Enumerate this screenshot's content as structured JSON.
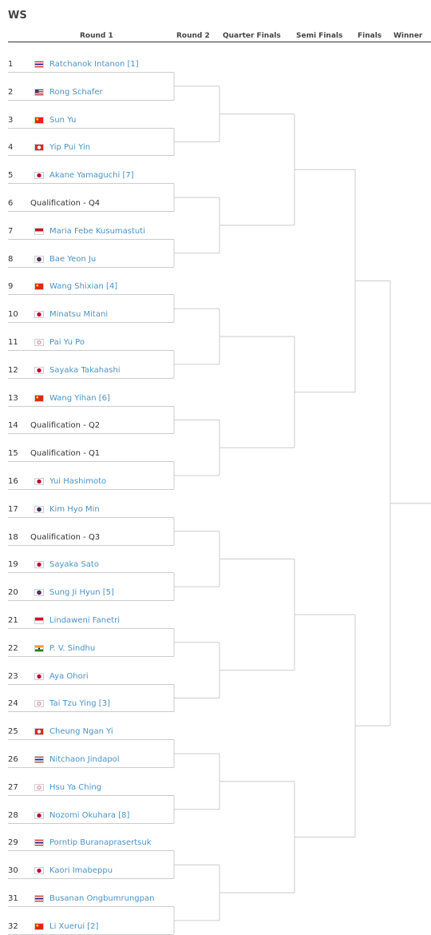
{
  "title": "WS",
  "headers": {
    "round1": "Round 1",
    "round2": "Round 2",
    "quarter": "Quarter Finals",
    "semi": "Semi Finals",
    "finals": "Finals",
    "winner": "Winner"
  },
  "entries": [
    {
      "num": "1",
      "name": "Ratchanok Intanon [1]",
      "flag": "thailand-flag-icon"
    },
    {
      "num": "2",
      "name": "Rong Schafer",
      "flag": "usa-flag-icon"
    },
    {
      "num": "3",
      "name": "Sun Yu",
      "flag": "china-flag-icon"
    },
    {
      "num": "4",
      "name": "Yip Pui Yin",
      "flag": "hong-kong-flag-icon"
    },
    {
      "num": "5",
      "name": "Akane Yamaguchi [7]",
      "flag": "japan-flag-icon"
    },
    {
      "num": "6",
      "name": "Qualification - Q4",
      "flag": ""
    },
    {
      "num": "7",
      "name": "Maria Febe Kusumastuti",
      "flag": "indonesia-flag-icon"
    },
    {
      "num": "8",
      "name": "Bae Yeon Ju",
      "flag": "korea-flag-icon"
    },
    {
      "num": "9",
      "name": "Wang Shixian [4]",
      "flag": "china-flag-icon"
    },
    {
      "num": "10",
      "name": "Minatsu Mitani",
      "flag": "japan-flag-icon"
    },
    {
      "num": "11",
      "name": "Pai Yu Po",
      "flag": "chinese-taipei-flag-icon"
    },
    {
      "num": "12",
      "name": "Sayaka Takahashi",
      "flag": "japan-flag-icon"
    },
    {
      "num": "13",
      "name": "Wang Yihan [6]",
      "flag": "china-flag-icon"
    },
    {
      "num": "14",
      "name": "Qualification - Q2",
      "flag": ""
    },
    {
      "num": "15",
      "name": "Qualification - Q1",
      "flag": ""
    },
    {
      "num": "16",
      "name": "Yui Hashimoto",
      "flag": "japan-flag-icon"
    },
    {
      "num": "17",
      "name": "Kim Hyo Min",
      "flag": "korea-flag-icon"
    },
    {
      "num": "18",
      "name": "Qualification - Q3",
      "flag": ""
    },
    {
      "num": "19",
      "name": "Sayaka Sato",
      "flag": "japan-flag-icon"
    },
    {
      "num": "20",
      "name": "Sung Ji Hyun [5]",
      "flag": "korea-flag-icon"
    },
    {
      "num": "21",
      "name": "Lindaweni Fanetri",
      "flag": "indonesia-flag-icon"
    },
    {
      "num": "22",
      "name": "P. V. Sindhu",
      "flag": "india-flag-icon"
    },
    {
      "num": "23",
      "name": "Aya Ohori",
      "flag": "japan-flag-icon"
    },
    {
      "num": "24",
      "name": "Tai Tzu Ying [3]",
      "flag": "chinese-taipei-flag-icon"
    },
    {
      "num": "25",
      "name": "Cheung Ngan Yi",
      "flag": "hong-kong-flag-icon"
    },
    {
      "num": "26",
      "name": "Nitchaon Jindapol",
      "flag": "thailand-flag-icon"
    },
    {
      "num": "27",
      "name": "Hsu Ya Ching",
      "flag": "chinese-taipei-flag-icon"
    },
    {
      "num": "28",
      "name": "Nozomi Okuhara [8]",
      "flag": "japan-flag-icon"
    },
    {
      "num": "29",
      "name": "Porntip Buranaprasertsuk",
      "flag": "thailand-flag-icon"
    },
    {
      "num": "30",
      "name": "Kaori Imabeppu",
      "flag": "japan-flag-icon"
    },
    {
      "num": "31",
      "name": "Busanan Ongbumrungpan",
      "flag": "thailand-flag-icon"
    },
    {
      "num": "32",
      "name": "Li Xuerui [2]",
      "flag": "china-flag-icon"
    }
  ],
  "colors": {
    "link": "#4a93c7",
    "bracket_line": "#cccccc",
    "header_line": "#333333"
  }
}
